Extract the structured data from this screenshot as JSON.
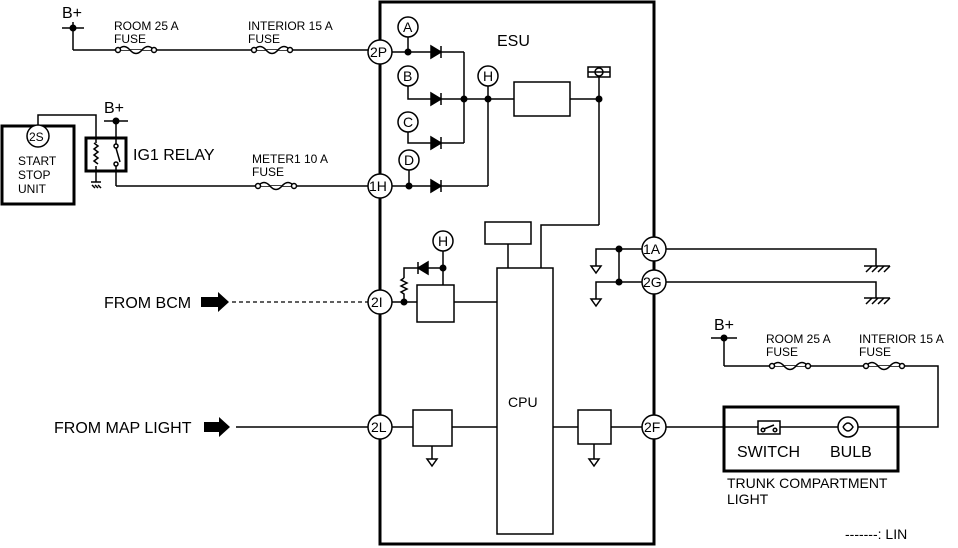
{
  "supply": {
    "bplus_top": "B+",
    "bplus_relay": "B+",
    "bplus_trunk": "B+"
  },
  "fuses": {
    "room_top": {
      "name": "ROOM 25 A",
      "sub": "FUSE"
    },
    "interior_top": {
      "name": "INTERIOR 15 A",
      "sub": "FUSE"
    },
    "meter1": {
      "name": "METER1 10 A",
      "sub": "FUSE"
    },
    "room_trunk": {
      "name": "ROOM 25 A",
      "sub": "FUSE"
    },
    "interior_trunk": {
      "name": "INTERIOR 15 A",
      "sub": "FUSE"
    }
  },
  "start_stop": {
    "terminal": "2S",
    "line1": "START",
    "line2": "STOP",
    "line3": "UNIT"
  },
  "relay": {
    "label": "IG1 RELAY"
  },
  "esu": {
    "label": "ESU",
    "cpu_label": "CPU"
  },
  "terminals": {
    "t2p": "2P",
    "t1h": "1H",
    "t2i": "2I",
    "t2l": "2L",
    "t1a": "1A",
    "t2g": "2G",
    "t2f": "2F"
  },
  "nodes": {
    "a": "A",
    "b": "B",
    "c": "C",
    "d": "D",
    "h1": "H",
    "h2": "H"
  },
  "inputs": {
    "bcm": "FROM BCM",
    "map_light": "FROM MAP LIGHT"
  },
  "trunk": {
    "switch": "SWITCH",
    "bulb": "BULB",
    "title1": "TRUNK COMPARTMENT",
    "title2": "LIGHT"
  },
  "legend": {
    "lin": "-------: LIN"
  }
}
